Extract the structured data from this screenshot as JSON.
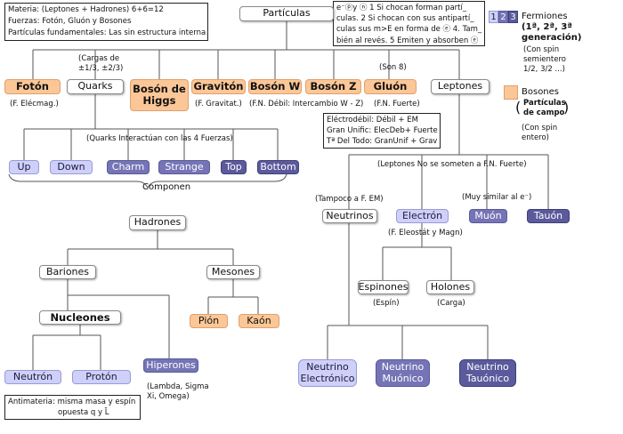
{
  "info_materia": {
    "line1": "Materia: (Leptones + Hadrones) 6+6=12",
    "line2": "Fuerzas: Fotón, Gluón y Bosones",
    "line3": "Partículas fundamentales: Las sin estructura interna"
  },
  "info_colision": {
    "line1": "e⁻ⓟy ⓝ  1 Si chocan forman partí_",
    "line2": "culas. 2 Si chocan con sus antipartí_",
    "line3": "culas sus m>E en forma de ⓔ 4. Tam_",
    "line4": "bién al revés. 5 Emiten y absorben ⓔ"
  },
  "legend": {
    "num1": "1",
    "num2": "2",
    "num3": "3",
    "fermiones_title": "Fermiones",
    "fermiones_gen": "(1ª, 2ª, 3ª",
    "fermiones_gen2": "generación)",
    "fermiones_spin1": "(Con spin",
    "fermiones_spin2": "semientero",
    "fermiones_spin3": "1/2, 3/2 ...)",
    "bosones_title": "Bosones",
    "bosones_campo1": "Partículas",
    "bosones_campo2": "de campo",
    "bosones_spin1": "(Con spin",
    "bosones_spin2": "entero)"
  },
  "nodes": {
    "particulas": "Partículas",
    "foton": "Fotón",
    "quarks": "Quarks",
    "boson_higgs_1": "Bosón de",
    "boson_higgs_2": "Higgs",
    "graviton": "Gravitón",
    "boson_w": "Bosón W",
    "boson_z": "Bosón Z",
    "gluon": "Gluón",
    "leptones": "Leptones",
    "up": "Up",
    "down": "Down",
    "charm": "Charm",
    "strange": "Strange",
    "top": "Top",
    "bottom": "Bottom",
    "hadrones": "Hadrones",
    "bariones": "Bariones",
    "mesones": "Mesones",
    "nucleones": "Nucleones",
    "pion": "Pión",
    "kaon": "Kaón",
    "neutron": "Neutrón",
    "proton": "Protón",
    "hiperones": "Hiperones",
    "neutrinos": "Neutrinos",
    "electron": "Electrón",
    "muon": "Muón",
    "tauon": "Tauón",
    "espinones": "Espinones",
    "holones": "Holones",
    "nu_e_1": "Neutrino",
    "nu_e_2": "Electrónico",
    "nu_mu_1": "Neutrino",
    "nu_mu_2": "Muónico",
    "nu_tau_1": "Neutrino",
    "nu_tau_2": "Tauónico"
  },
  "labels": {
    "cargas_1": "(Cargas de",
    "cargas_2": "±1/3, ±2/3)",
    "son8": "(Son 8)",
    "f_elecmag": "(F. Elécmag.)",
    "f_gravitat": "(F. Gravitat.)",
    "fn_debil": "(F.N. Débil: Intercambio W - Z)",
    "fn_fuerte": "(F.N. Fuerte)",
    "quarks_interact": "(Quarks Interactúan con las 4 Fuerzas)",
    "componen": "Componen",
    "leptones_no": "(Leptones No se someten a F.N. Fuerte)",
    "tampoco": "(Tampoco a F. EM)",
    "muy_similar": "(Muy similar al e⁻)",
    "f_electrostat": "(F. Eleostát y Magn)",
    "espin": "(Espín)",
    "carga": "(Carga)",
    "lambda_1": "(Lambda, Sigma",
    "lambda_2": "Xi, Omega)"
  },
  "info_unif": {
    "line1": "Eléctrodébil: Débil + EM",
    "line2": "Gran Unific: ElecDeb+ Fuerte",
    "line3": "Tª Del Todo: GranUnif + Grav"
  },
  "info_antimateria": {
    "line1": "Antimateria: misma masa y espín",
    "line2": "opuesta q y L̄"
  },
  "colors": {
    "orange": "#fbc796",
    "light_purple": "#cfd0fa",
    "medium_purple": "#7574b6",
    "dark_purple": "#5b5a9c"
  }
}
